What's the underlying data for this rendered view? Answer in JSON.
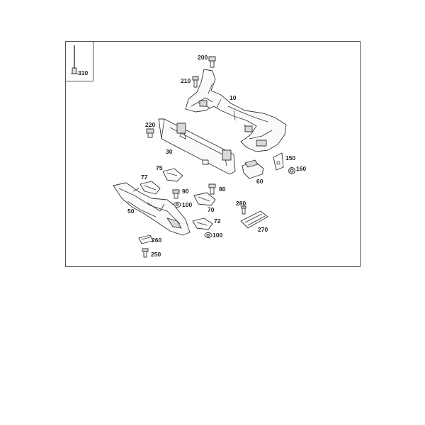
{
  "diagram": {
    "callouts": {
      "c310": "310",
      "c200": "200",
      "c210": "210",
      "c10": "10",
      "c220": "220",
      "c30": "30",
      "c150": "150",
      "c160": "160",
      "c75": "75",
      "c77": "77",
      "c60": "60",
      "c90": "90",
      "c80": "80",
      "c100a": "100",
      "c50": "50",
      "c280": "280",
      "c70": "70",
      "c72": "72",
      "c270": "270",
      "c100b": "100",
      "c260": "260",
      "c250": "250"
    }
  }
}
